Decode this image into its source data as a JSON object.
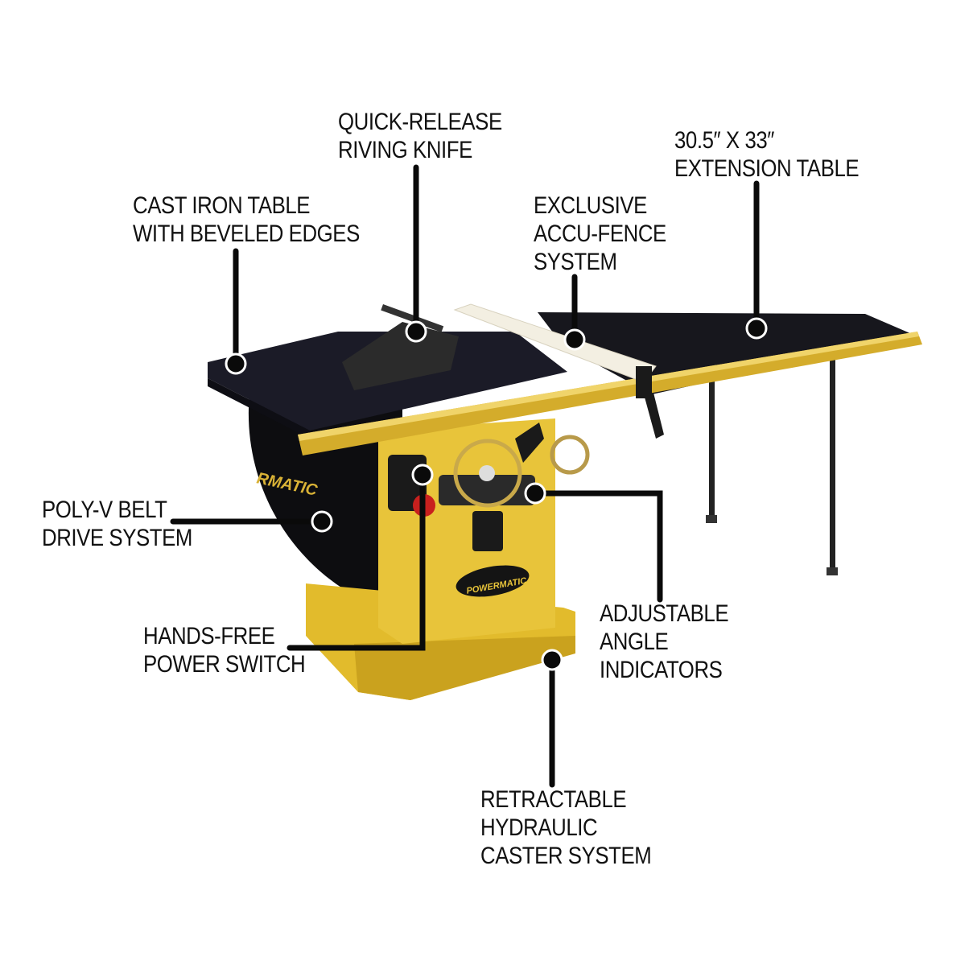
{
  "callouts": {
    "riving_knife": [
      "QUICK-RELEASE",
      "RIVING KNIFE"
    ],
    "extension_table": [
      "30.5″ X 33″",
      "EXTENSION TABLE"
    ],
    "cast_iron_table": [
      "CAST IRON TABLE",
      "WITH BEVELED EDGES"
    ],
    "fence": [
      "EXCLUSIVE",
      "ACCU-FENCE",
      "SYSTEM"
    ],
    "belt_drive": [
      "POLY-V BELT",
      "DRIVE SYSTEM"
    ],
    "power_switch": [
      "HANDS-FREE",
      "POWER SWITCH"
    ],
    "angle_indicators": [
      "ADJUSTABLE",
      "ANGLE",
      "INDICATORS"
    ],
    "caster_system": [
      "RETRACTABLE",
      "HYDRAULIC",
      "CASTER SYSTEM"
    ]
  },
  "brand": {
    "logo_text": "POWERMATIC",
    "belt_cover_text": "RMATIC"
  },
  "colors": {
    "body_yellow": "#e8c43a",
    "table_black": "#15151c",
    "fence_white": "#f3efe2",
    "callout_line": "#0a0a0a"
  }
}
